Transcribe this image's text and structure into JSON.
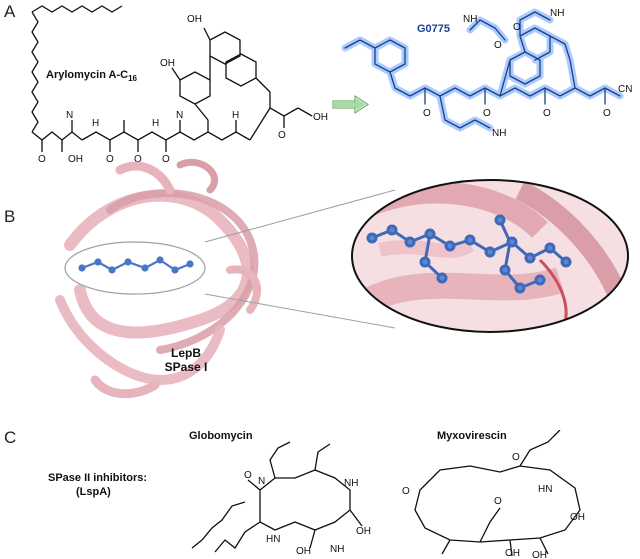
{
  "panels": {
    "a": {
      "letter": "A",
      "compound_left": "Arylomycin A-C",
      "compound_left_sub": "16",
      "compound_right": "G0775",
      "arrow_color": "#7dc47a",
      "highlight_color": "#6aa0ff"
    },
    "b": {
      "letter": "B",
      "protein_line1": "LepB",
      "protein_line2": "SPase I",
      "protein_color": "#e8b4bc",
      "ligand_color": "#4a76c8"
    },
    "c": {
      "letter": "C",
      "inhibitor_label_line1": "SPase II inhibitors:",
      "inhibitor_label_line2": "(LspA)",
      "compound1": "Globomycin",
      "compound2": "Myxovirescin"
    }
  },
  "atoms": {
    "oh": "OH",
    "o": "O",
    "n": "N",
    "h": "H",
    "nh": "NH",
    "hn": "HN",
    "nh2": "NH",
    "cn": "CN",
    "meo": "O"
  }
}
